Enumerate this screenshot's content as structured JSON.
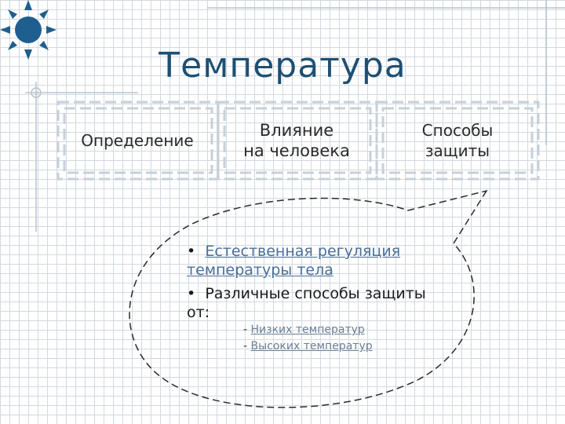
{
  "title": "Температура",
  "colors": {
    "accent": "#1d4f73",
    "sun": "#1f5f8f",
    "link": "#4a6f9a",
    "frame": "#c7d0d8"
  },
  "icons": [
    "sun-icon"
  ],
  "boxes": [
    {
      "label": "Определение"
    },
    {
      "label": "Влияние\nна человека"
    },
    {
      "label": "Способы\nзащиты"
    }
  ],
  "bubble": {
    "item1_bullet": "•",
    "item1_link": "Естественная регуляция температуры тела",
    "item2_bullet": "•",
    "item2_text": "Различные способы защиты от:",
    "sub_items": [
      {
        "dash": "-",
        "link": "Низких температур"
      },
      {
        "dash": "-",
        "link": "Высоких температур"
      }
    ]
  }
}
